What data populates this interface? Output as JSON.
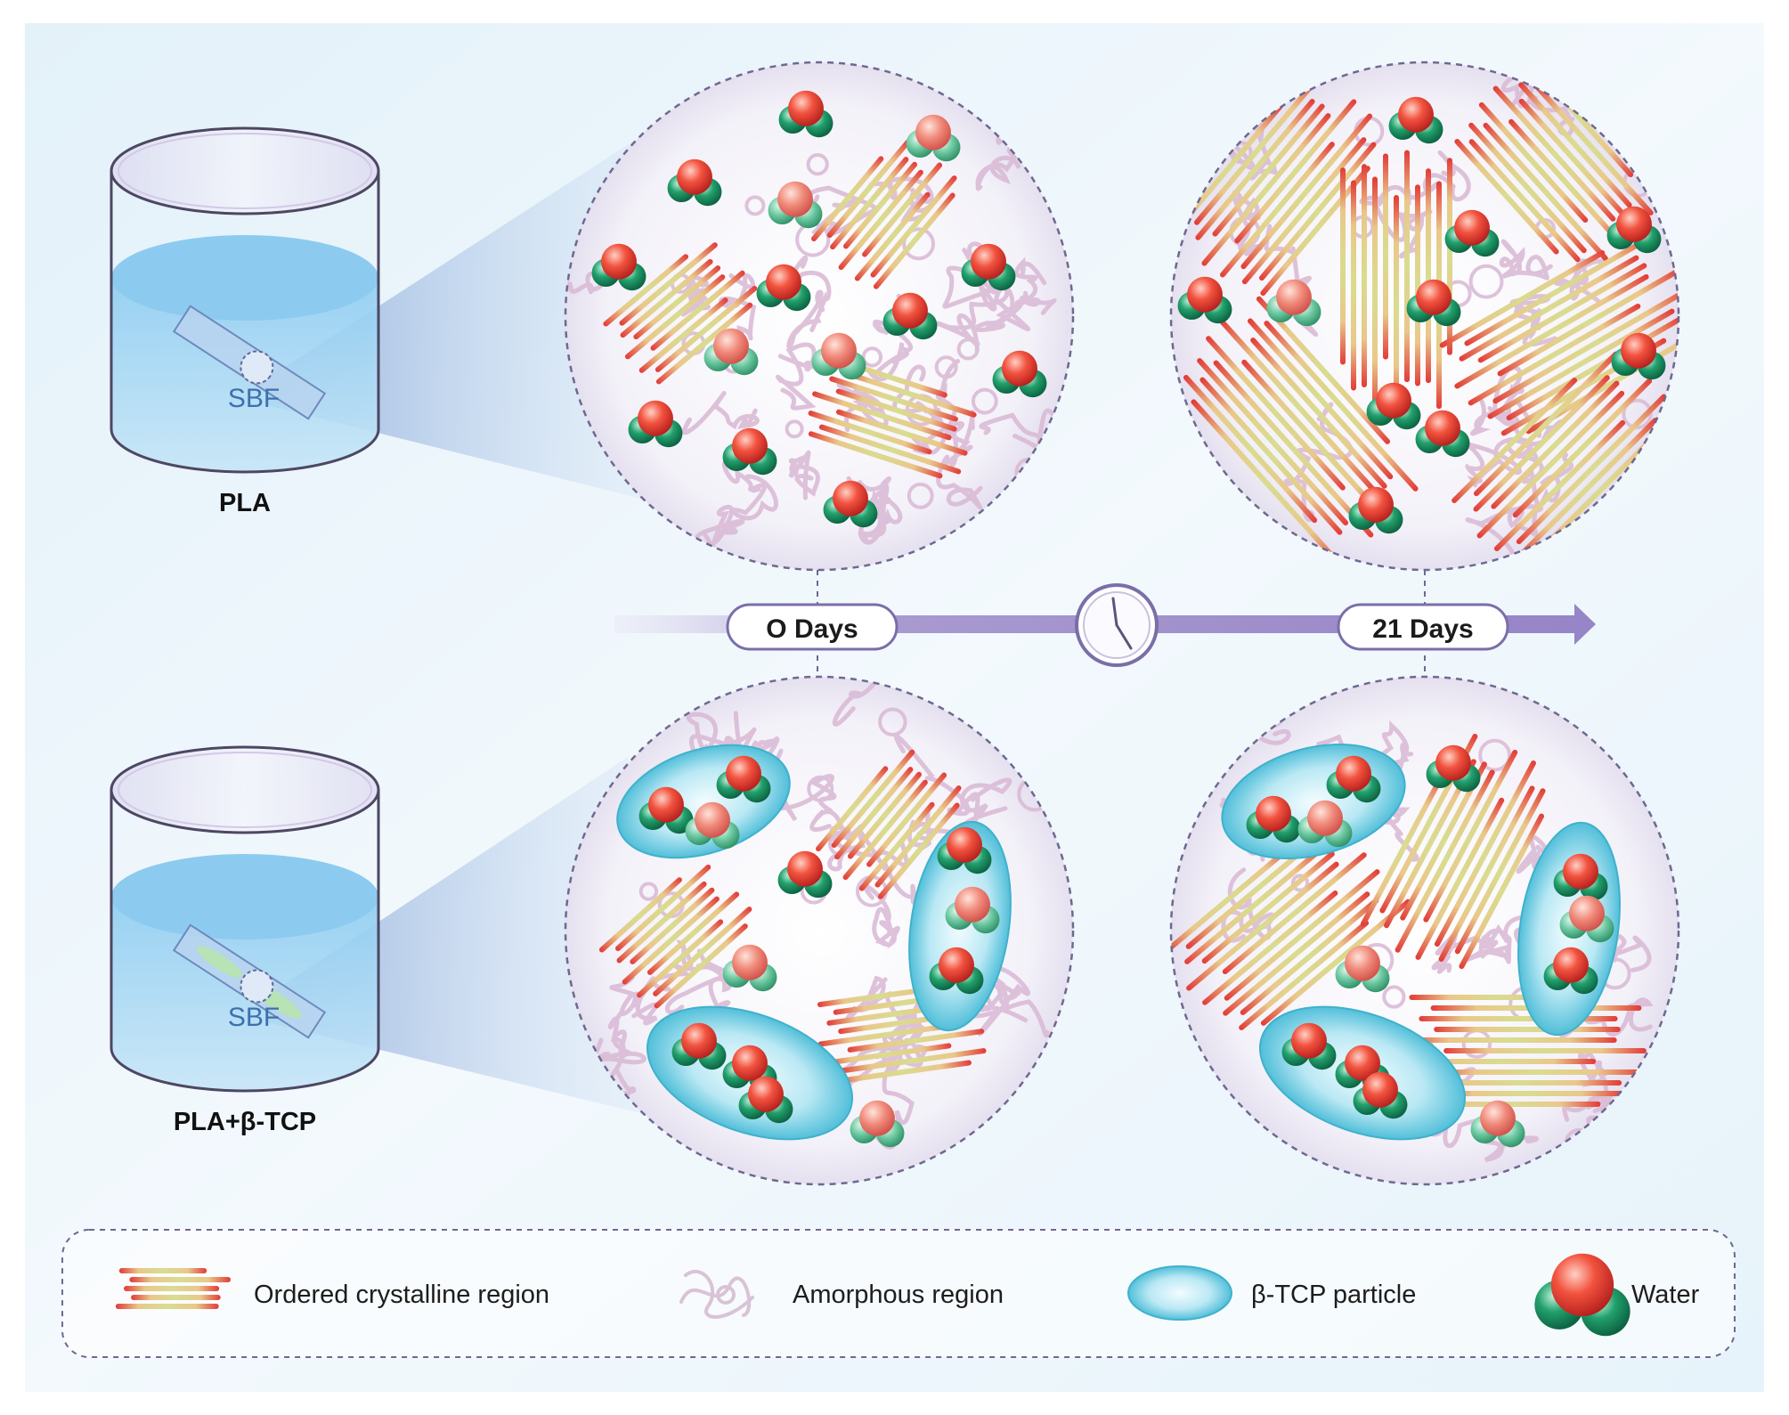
{
  "samples": [
    {
      "label": "PLA",
      "liquid": "SBF",
      "has_tcp": false
    },
    {
      "label": "PLA+β-TCP",
      "liquid": "SBF",
      "has_tcp": true
    }
  ],
  "timeline": {
    "start_label": "O Days",
    "end_label": "21 Days",
    "clock_icon": "clock-icon"
  },
  "legend": {
    "items": [
      {
        "icon": "crystalline-icon",
        "label": "Ordered crystalline region"
      },
      {
        "icon": "amorphous-icon",
        "label": "Amorphous region"
      },
      {
        "icon": "tcp-particle-icon",
        "label": "β-TCP particle"
      },
      {
        "icon": "water-icon",
        "label": "Water"
      }
    ]
  },
  "colors": {
    "background": "#eaf5fb",
    "crystal_red": "#e2403c",
    "crystal_yellow": "#d6d98a",
    "water_red": "#f05a44",
    "water_green": "#1f9e6a",
    "tcp_cyan": "#5bc4dd",
    "timeline_purple": "#9b8cc6",
    "solution_blue": "#9fd3f0"
  }
}
